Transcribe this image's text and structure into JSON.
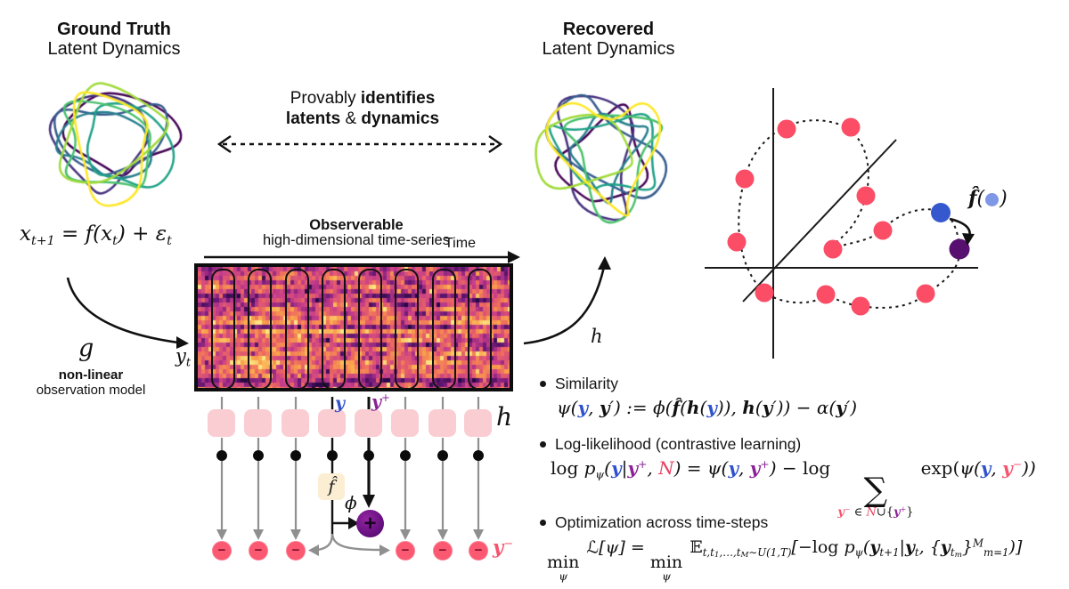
{
  "colors": {
    "blue": "#2f52cc",
    "purple": "#8b2197",
    "red": "#e5415e",
    "pink": "#f8536d",
    "box_pink": "#f9cdd2",
    "fhat_cream": "#fbeed3",
    "plus_purple": "#6b1184",
    "scatter_dot_red": "#fb4d66",
    "scatter_dot_blue": "#3558cf",
    "scatter_dot_dark_purple": "#571070",
    "scatter_dot_light_blue": "#7e97e6",
    "gray_arrow": "#8f8f8f"
  },
  "ground_truth": {
    "title_bold": "Ground Truth",
    "title_sub": "Latent Dynamics",
    "equation": [
      {
        "t": "x"
      },
      {
        "t": "t+1",
        "s": "sub"
      },
      {
        "t": " = "
      },
      {
        "t": "f"
      },
      {
        "t": "("
      },
      {
        "t": "x"
      },
      {
        "t": "t",
        "s": "sub"
      },
      {
        "t": ") + "
      },
      {
        "t": "ε"
      },
      {
        "t": "t",
        "s": "sub"
      }
    ]
  },
  "recovered": {
    "title_bold": "Recovered",
    "title_sub": "Latent Dynamics"
  },
  "center_claim": {
    "line1": [
      {
        "t": "Provably "
      },
      {
        "t": "identifies",
        "f": "b"
      }
    ],
    "line2": [
      {
        "t": "latents",
        "f": "b"
      },
      {
        "t": " & "
      },
      {
        "t": "dynamics",
        "f": "b"
      }
    ]
  },
  "observable": {
    "title": "Observerable",
    "subtitle": "high-dimensional time-series",
    "time_label": "Time",
    "yt": [
      {
        "t": "y"
      },
      {
        "t": "t",
        "s": "sub"
      }
    ]
  },
  "obs_model": {
    "g": [
      {
        "t": "g"
      }
    ],
    "line1": "non-linear",
    "line2": "observation model"
  },
  "encoder": {
    "y": [
      {
        "t": "y",
        "c": "b",
        "f": "bi"
      }
    ],
    "yplus": [
      {
        "t": "y",
        "c": "p",
        "f": "bi"
      },
      {
        "t": "+",
        "c": "p",
        "s": "sup"
      }
    ],
    "h": [
      {
        "t": "h"
      }
    ],
    "h_arrow": [
      {
        "t": "h"
      }
    ],
    "fhat": "f̂",
    "phi": [
      {
        "t": "ϕ"
      }
    ],
    "plus_sign": "+",
    "minus_sign": "−",
    "yminus": [
      {
        "t": "y",
        "c": "pk",
        "f": "bi"
      },
      {
        "t": "−",
        "c": "pk",
        "s": "sup"
      }
    ]
  },
  "scatter": {
    "fhat_open": [
      {
        "t": "f̂",
        "f": "bi"
      },
      {
        "t": "("
      }
    ],
    "close_paren": [
      {
        "t": ")"
      }
    ]
  },
  "bullets": {
    "similarity": {
      "label": "Similarity",
      "eq": [
        {
          "t": "ψ("
        },
        {
          "t": "y",
          "c": "b",
          "f": "bi"
        },
        {
          "t": ", "
        },
        {
          "t": "y",
          "f": "bi"
        },
        {
          "t": "′"
        },
        {
          "t": ") := ϕ("
        },
        {
          "t": "f̂",
          "f": "bi"
        },
        {
          "t": "("
        },
        {
          "t": "h",
          "f": "bi"
        },
        {
          "t": "("
        },
        {
          "t": "y",
          "c": "b",
          "f": "bi"
        },
        {
          "t": ")), "
        },
        {
          "t": "h",
          "f": "bi"
        },
        {
          "t": "("
        },
        {
          "t": "y",
          "f": "bi"
        },
        {
          "t": "′"
        },
        {
          "t": ")) − α("
        },
        {
          "t": "y",
          "f": "bi"
        },
        {
          "t": "′"
        },
        {
          "t": ")"
        }
      ]
    },
    "loglik": {
      "label": "Log-likelihood (contrastive learning)",
      "eq_pre": [
        {
          "t": "log ",
          "f": "r"
        },
        {
          "t": "p"
        },
        {
          "t": "ψ",
          "s": "sub"
        },
        {
          "t": "("
        },
        {
          "t": "y",
          "c": "b",
          "f": "bi"
        },
        {
          "t": "|",
          "f": "r"
        },
        {
          "t": "y",
          "c": "p",
          "f": "bi"
        },
        {
          "t": "+",
          "c": "p",
          "s": "sup"
        },
        {
          "t": ", "
        },
        {
          "t": "N",
          "c": "r"
        },
        {
          "t": ") = ψ("
        },
        {
          "t": "y",
          "c": "b",
          "f": "bi"
        },
        {
          "t": ", "
        },
        {
          "t": "y",
          "c": "p",
          "f": "bi"
        },
        {
          "t": "+",
          "c": "p",
          "s": "sup"
        },
        {
          "t": ") − "
        },
        {
          "t": "log",
          "f": "r"
        }
      ],
      "sum_symbol": "∑",
      "sum_under": [
        {
          "t": "y",
          "c": "pk",
          "f": "bi"
        },
        {
          "t": "−",
          "c": "pk",
          "s": "sup"
        },
        {
          "t": " ∈ ",
          "f": "r"
        },
        {
          "t": "N",
          "c": "r"
        },
        {
          "t": "∪{",
          "f": "r"
        },
        {
          "t": "y",
          "c": "p",
          "f": "bi"
        },
        {
          "t": "+",
          "c": "p",
          "s": "sup"
        },
        {
          "t": "}",
          "f": "r"
        }
      ],
      "eq_post": [
        {
          "t": "exp(",
          "f": "r"
        },
        {
          "t": "ψ("
        },
        {
          "t": "y",
          "c": "b",
          "f": "bi"
        },
        {
          "t": ", "
        },
        {
          "t": "y",
          "c": "pk",
          "f": "bi"
        },
        {
          "t": "−",
          "c": "pk",
          "s": "sup"
        },
        {
          "t": "))"
        }
      ]
    },
    "optim": {
      "label": "Optimization across time-steps",
      "min1": "min",
      "min1_under": [
        {
          "t": "ψ"
        }
      ],
      "eq_mid": [
        {
          "t": " "
        },
        {
          "t": "ℒ",
          "f": "r"
        },
        {
          "t": "[ψ] = "
        }
      ],
      "min2": "min",
      "min2_under": [
        {
          "t": "ψ"
        }
      ],
      "eq_tail": [
        {
          "t": " "
        },
        {
          "t": "𝔼",
          "f": "r"
        },
        {
          "t": "t,t",
          "s": "sub"
        },
        {
          "t": "1",
          "s": "ssub"
        },
        {
          "t": ",…,t",
          "s": "sub"
        },
        {
          "t": "M",
          "s": "ssub"
        },
        {
          "t": "∼U(1,T)",
          "s": "sub"
        },
        {
          "t": "[−"
        },
        {
          "t": "log ",
          "f": "r"
        },
        {
          "t": "p"
        },
        {
          "t": "ψ",
          "s": "sub"
        },
        {
          "t": "("
        },
        {
          "t": "y",
          "f": "bi"
        },
        {
          "t": "t+1",
          "s": "sub"
        },
        {
          "t": "|",
          "f": "r"
        },
        {
          "t": "y",
          "f": "bi"
        },
        {
          "t": "t",
          "s": "sub"
        },
        {
          "t": ", {"
        },
        {
          "t": "y",
          "f": "bi"
        },
        {
          "t": "t",
          "s": "sub"
        },
        {
          "t": "m",
          "s": "ssub"
        },
        {
          "t": "}"
        },
        {
          "t": "M",
          "s": "sup"
        },
        {
          "t": "m=1",
          "s": "sub"
        },
        {
          "t": ")]"
        }
      ]
    }
  }
}
